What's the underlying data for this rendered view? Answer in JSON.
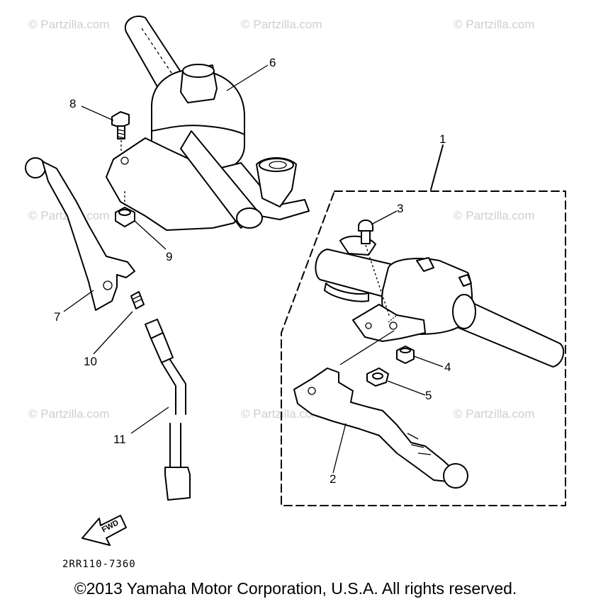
{
  "watermark": "© Partzilla.com",
  "callouts": {
    "c1": "1",
    "c2": "2",
    "c3": "3",
    "c4": "4",
    "c5": "5",
    "c6": "6",
    "c7": "7",
    "c8": "8",
    "c9": "9",
    "c10": "10",
    "c11": "11"
  },
  "fwd_label": "FWD",
  "part_code": "2RR110-7360",
  "copyright": "©2013  Yamaha Motor Corporation, U.S.A. All rights reserved."
}
